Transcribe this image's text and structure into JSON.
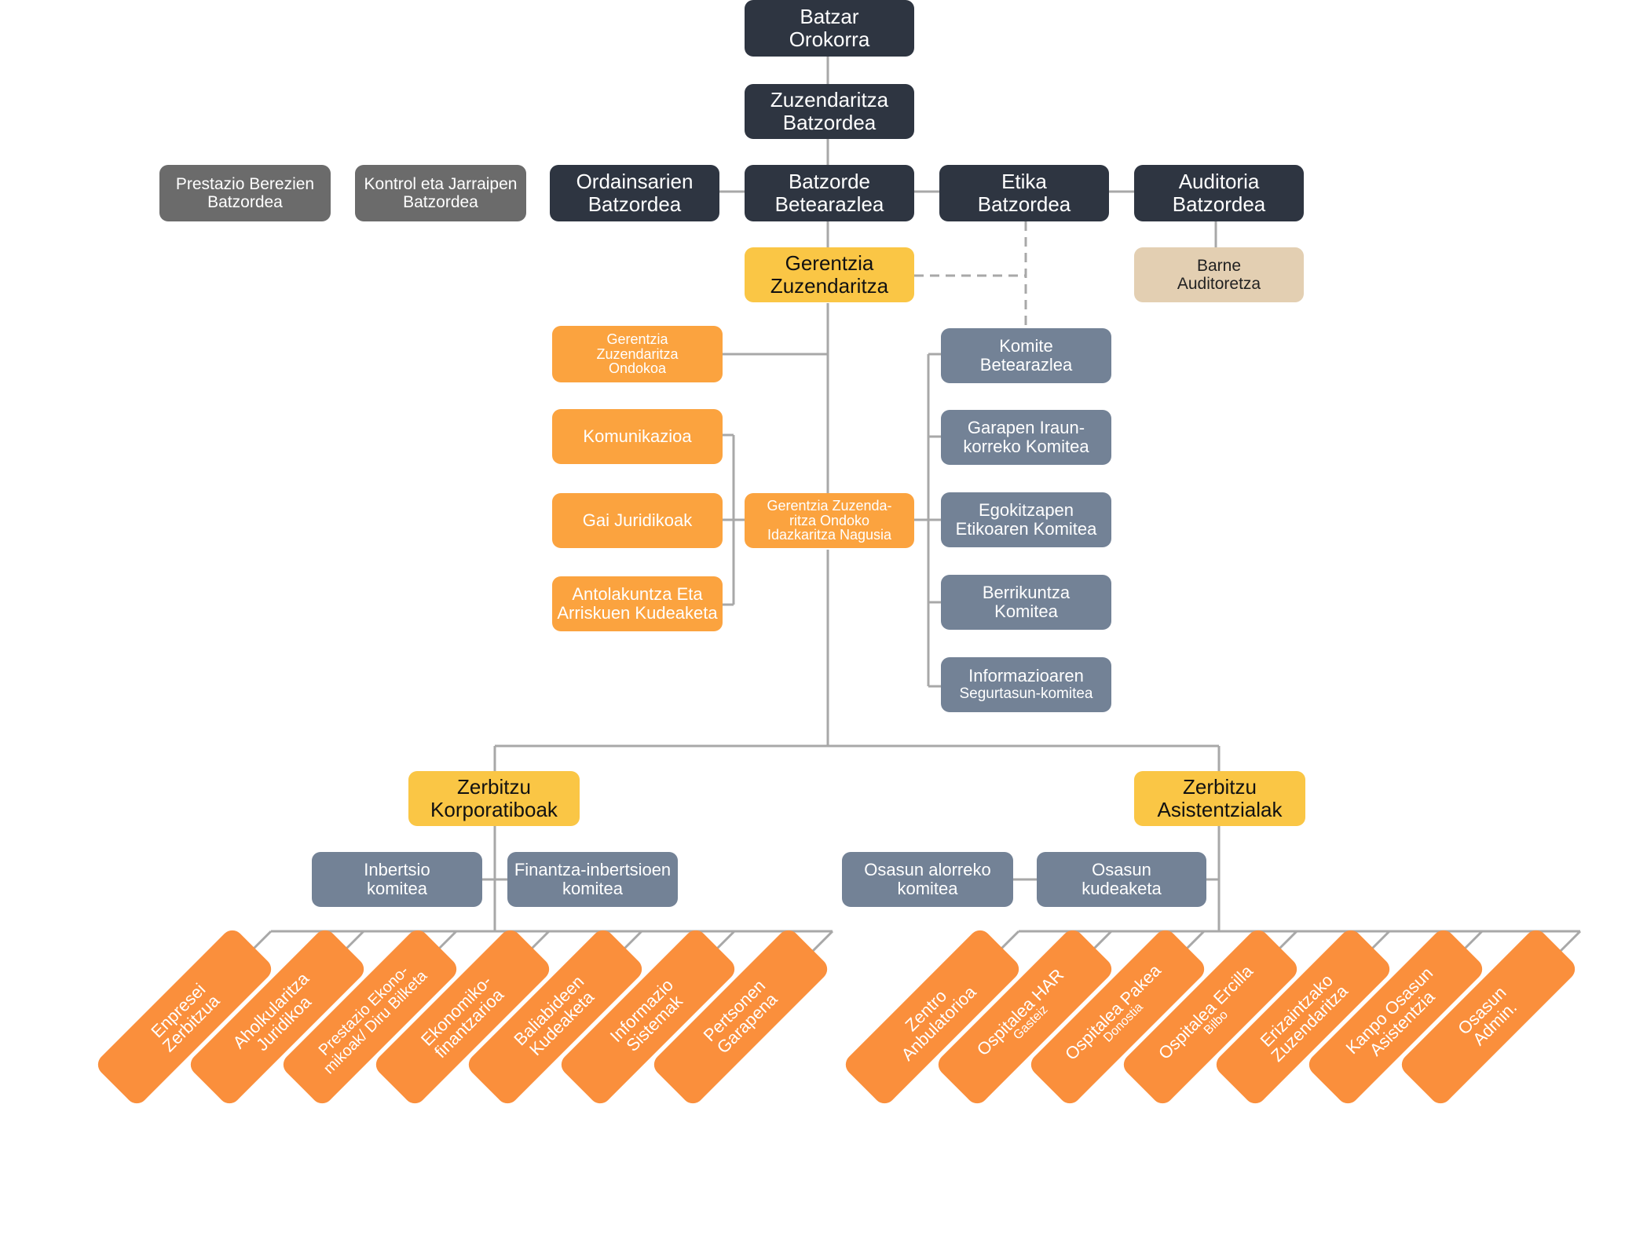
{
  "top": {
    "batzar": "Batzar\nOrokorra",
    "zuzendaritza": "Zuzendaritza\nBatzordea",
    "prestazio": "Prestazio Berezien\nBatzordea",
    "kontrol": "Kontrol eta Jarraipen\nBatzordea",
    "ordainsarien": "Ordainsarien\nBatzordea",
    "betearazlea": "Batzorde\nBetearazlea",
    "etika": "Etika\nBatzordea",
    "auditoria": "Auditoria\nBatzordea",
    "barne": "Barne\nAuditoretza",
    "gerentzia": "Gerentzia\nZuzendaritza"
  },
  "left_units": {
    "ondokoa": "Gerentzia\nZuzendaritza\nOndokoa",
    "komunikazioa": "Komunikazioa",
    "juridikoak": "Gai Juridikoak",
    "antolakuntza": "Antolakuntza Eta\nArriskuen Kudeaketa",
    "idazkaritza": "Gerentzia Zuzenda-\nritza Ondoko\nIdazkaritza Nagusia"
  },
  "committees": [
    "Komite\nBetearazlea",
    "Garapen Iraun-\nkorreko Komitea",
    "Egokitzapen\nEtikoaren Komitea",
    "Berrikuntza\nKomitea",
    "Informazioaren"
  ],
  "committee_last_sub": "Segurtasun-komitea",
  "korporatiboak": {
    "title": "Zerbitzu\nKorporatiboak",
    "inbertsio": "Inbertsio\nkomitea",
    "finantza": "Finantza-inbertsioen\nkomitea",
    "items": [
      {
        "main": "Enpresei\nZerbitzua",
        "sub": ""
      },
      {
        "main": "Aholkularitza\nJuridikoa",
        "sub": ""
      },
      {
        "main": "Prestazio Ekono-\nmikoak/ Diru Bilketa",
        "sub": ""
      },
      {
        "main": "Ekonomiko-\nfinantzarioa",
        "sub": ""
      },
      {
        "main": "Baliabideen\nKudeaketa",
        "sub": ""
      },
      {
        "main": "Informazio\nSistemak",
        "sub": ""
      },
      {
        "main": "Pertsonen\nGarapena",
        "sub": ""
      }
    ]
  },
  "asistentzialak": {
    "title": "Zerbitzu\nAsistentzialak",
    "osasun_alorreko": "Osasun alorreko\nkomitea",
    "osasun_kudeaketa": "Osasun\nkudeaketa",
    "items": [
      {
        "main": "Zentro\nAnbulatorioa",
        "sub": ""
      },
      {
        "main": "Ospitalea HAR",
        "sub": "Gasteiz"
      },
      {
        "main": "Ospitalea Pakea",
        "sub": "Donostia"
      },
      {
        "main": "Ospitalea Ercilla",
        "sub": "Bilbo"
      },
      {
        "main": "Erizaintzako\nZuzendaritza",
        "sub": ""
      },
      {
        "main": "Kanpo Osasun\nAsistentzia",
        "sub": ""
      },
      {
        "main": "Osasun\nAdmin.",
        "sub": ""
      }
    ]
  }
}
